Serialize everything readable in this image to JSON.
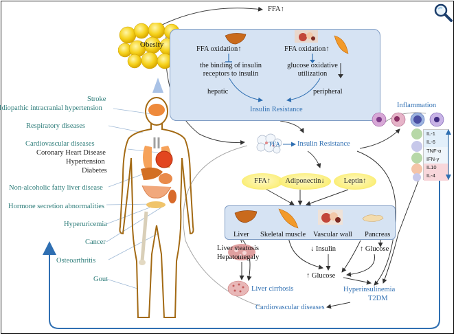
{
  "top_label": "FFA↑",
  "obesity_label": "Obesity",
  "mechanism_box": {
    "hepatic_oxidation": "FFA oxidation↑",
    "hepatic_effect_line1": "the binding of insulin",
    "hepatic_effect_line2": "receptors to insulin",
    "hepatic_label": "hepatic",
    "peripheral_oxidation": "FFA oxidation↑",
    "peripheral_effect_line1": "glucose oxidative",
    "peripheral_effect_line2": "utilization",
    "peripheral_label": "peripheral",
    "result": "Insulin Resistance"
  },
  "ffa_cluster_label": "FFA",
  "insulin_resistance_center": "Insulin Resistance",
  "inflammation": {
    "title": "Inflammation",
    "cytokines": [
      "IL-1",
      "IL-6",
      "TNF-α",
      "IFN-γ",
      "IL10",
      "IL-4"
    ]
  },
  "factors": {
    "ffa": "FFA↑",
    "adiponectin": "Adiponectin↓",
    "leptin": "Leptin↑"
  },
  "organs": {
    "liver": "Liver",
    "skeletal_muscle": "Skeletal muscle",
    "vascular_wall": "Vascular wall",
    "pancreas": "Pancreas"
  },
  "outcomes": {
    "liver_steatosis": "Liver steatosis",
    "hepatomegaly": "Hepatomegaly",
    "insulin_down": "↓ Insulin",
    "glucose_up_right": "↑ Glucose",
    "glucose_up_center": "↑ Glucose",
    "liver_cirrhosis": "Liver cirrhosis",
    "hyperinsulinemia": "Hyperinsulinemia",
    "t2dm": "T2DM",
    "cardiovascular": "Cardiovascular diseases"
  },
  "diseases": {
    "stroke": "Stroke",
    "idiopathic": "Idiopathic intracranial  hypertension",
    "respiratory": "Respiratory diseases",
    "cardiovascular": "Cardiovascular diseases",
    "coronary": "Coronary Heart Disease",
    "hypertension": "Hypertension",
    "diabetes": "Diabetes",
    "nafld": "Non-alcoholic fatty liver disease",
    "hormone": "Hormone secretion abnormalities",
    "hyperuricemia": "Hyperuricemia",
    "cancer": "Cancer",
    "osteoarthritis": "Osteoarthritis",
    "gout": "Gout"
  },
  "colors": {
    "box_fill": "#d6e3f3",
    "label_teal": "#2e7d7a",
    "accent_blue": "#2f6fb2",
    "factor_yellow": "#fbef7e"
  }
}
